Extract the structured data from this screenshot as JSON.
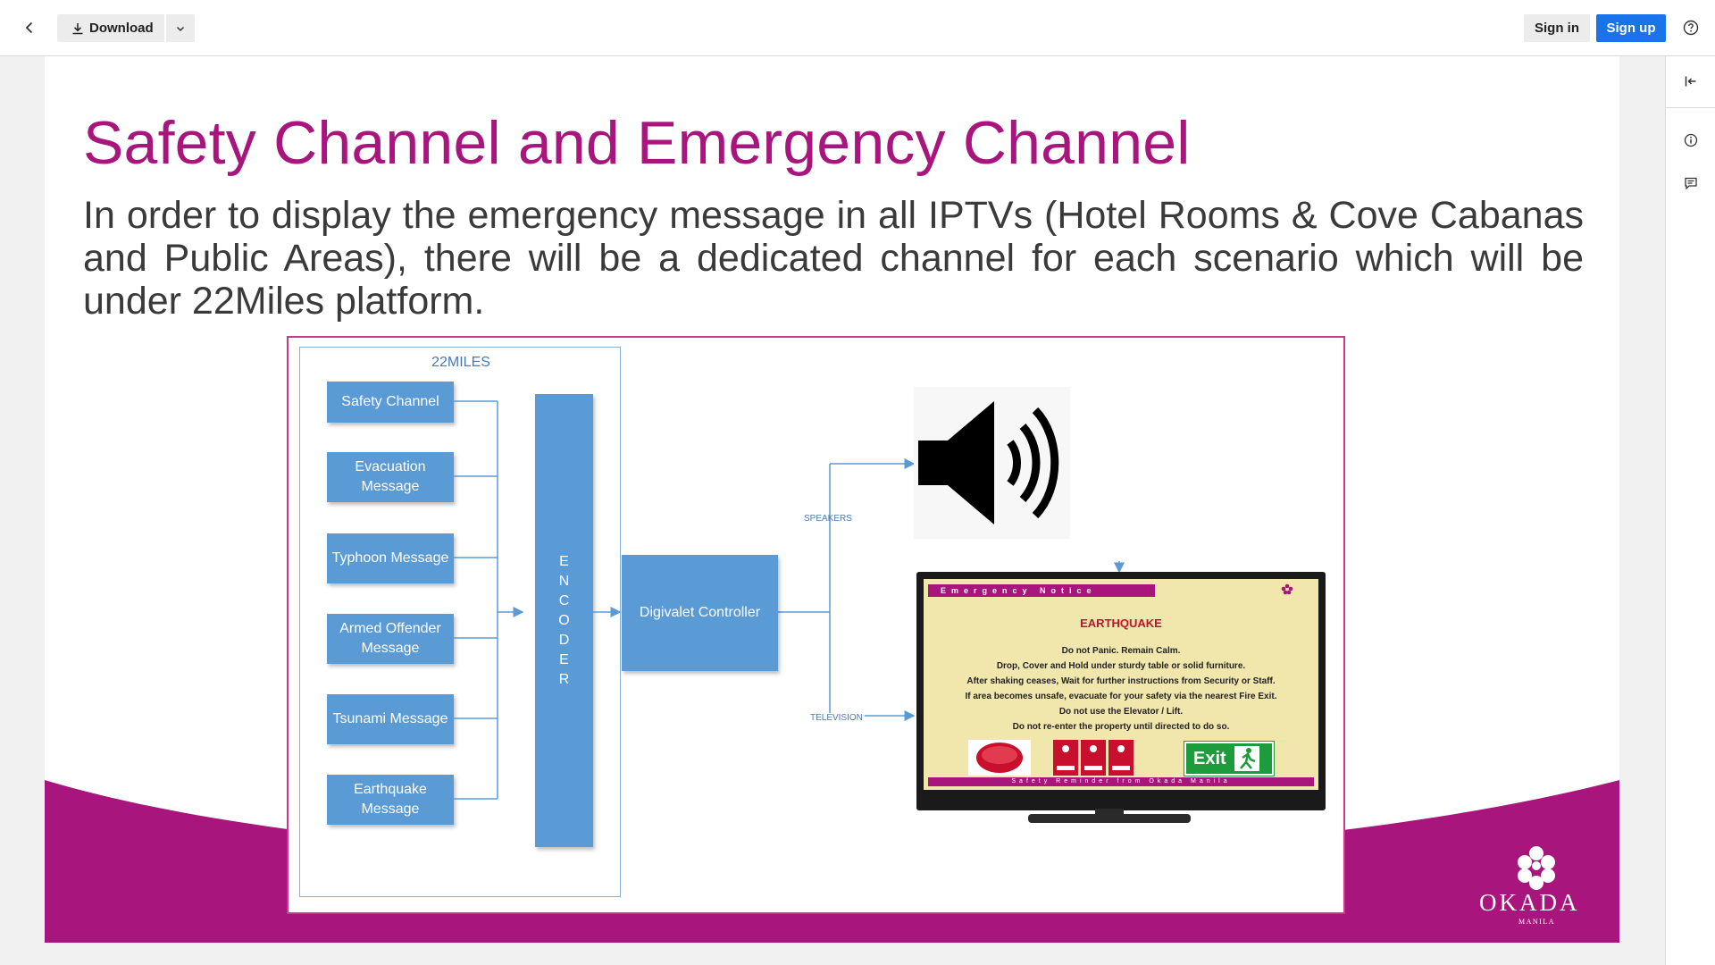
{
  "toolbar": {
    "download_label": "Download",
    "signin_label": "Sign in",
    "signup_label": "Sign up"
  },
  "slide": {
    "title": "Safety Channel and Emergency Channel",
    "body": "In order to display the emergency message in all IPTVs (Hotel Rooms & Cove Cabanas and Public Areas), there will be a dedicated channel for each scenario which will be under 22Miles platform.",
    "logo_text": "OKADA",
    "logo_sub": "MANILA",
    "theme_color": "#a8167d"
  },
  "diagram": {
    "platform_label": "22MILES",
    "channels": [
      "Safety Channel",
      "Evacuation Message",
      "Typhoon Message",
      "Armed Offender Message",
      "Tsunami Message",
      "Earthquake Message"
    ],
    "encoder_letters": [
      "E",
      "N",
      "C",
      "O",
      "D",
      "E",
      "R"
    ],
    "controller_label": "Digivalet Controller",
    "speakers_label": "SPEAKERS",
    "television_label": "TELEVISION",
    "box_color": "#5b9bd5",
    "tv": {
      "header": "Emergency Notice",
      "title": "EARTHQUAKE",
      "lines": [
        "Do not Panic. Remain Calm.",
        "Drop, Cover and Hold under sturdy table or solid furniture.",
        "After shaking ceases, Wait for further instructions from Security or Staff.",
        "If area becomes unsafe, evacuate for your safety via the nearest Fire Exit.",
        "Do not use the Elevator / Lift.",
        "Do not re-enter the property until directed to do so."
      ],
      "exit_label": "Exit",
      "footer": "Safety Reminder from Okada Manila"
    }
  }
}
